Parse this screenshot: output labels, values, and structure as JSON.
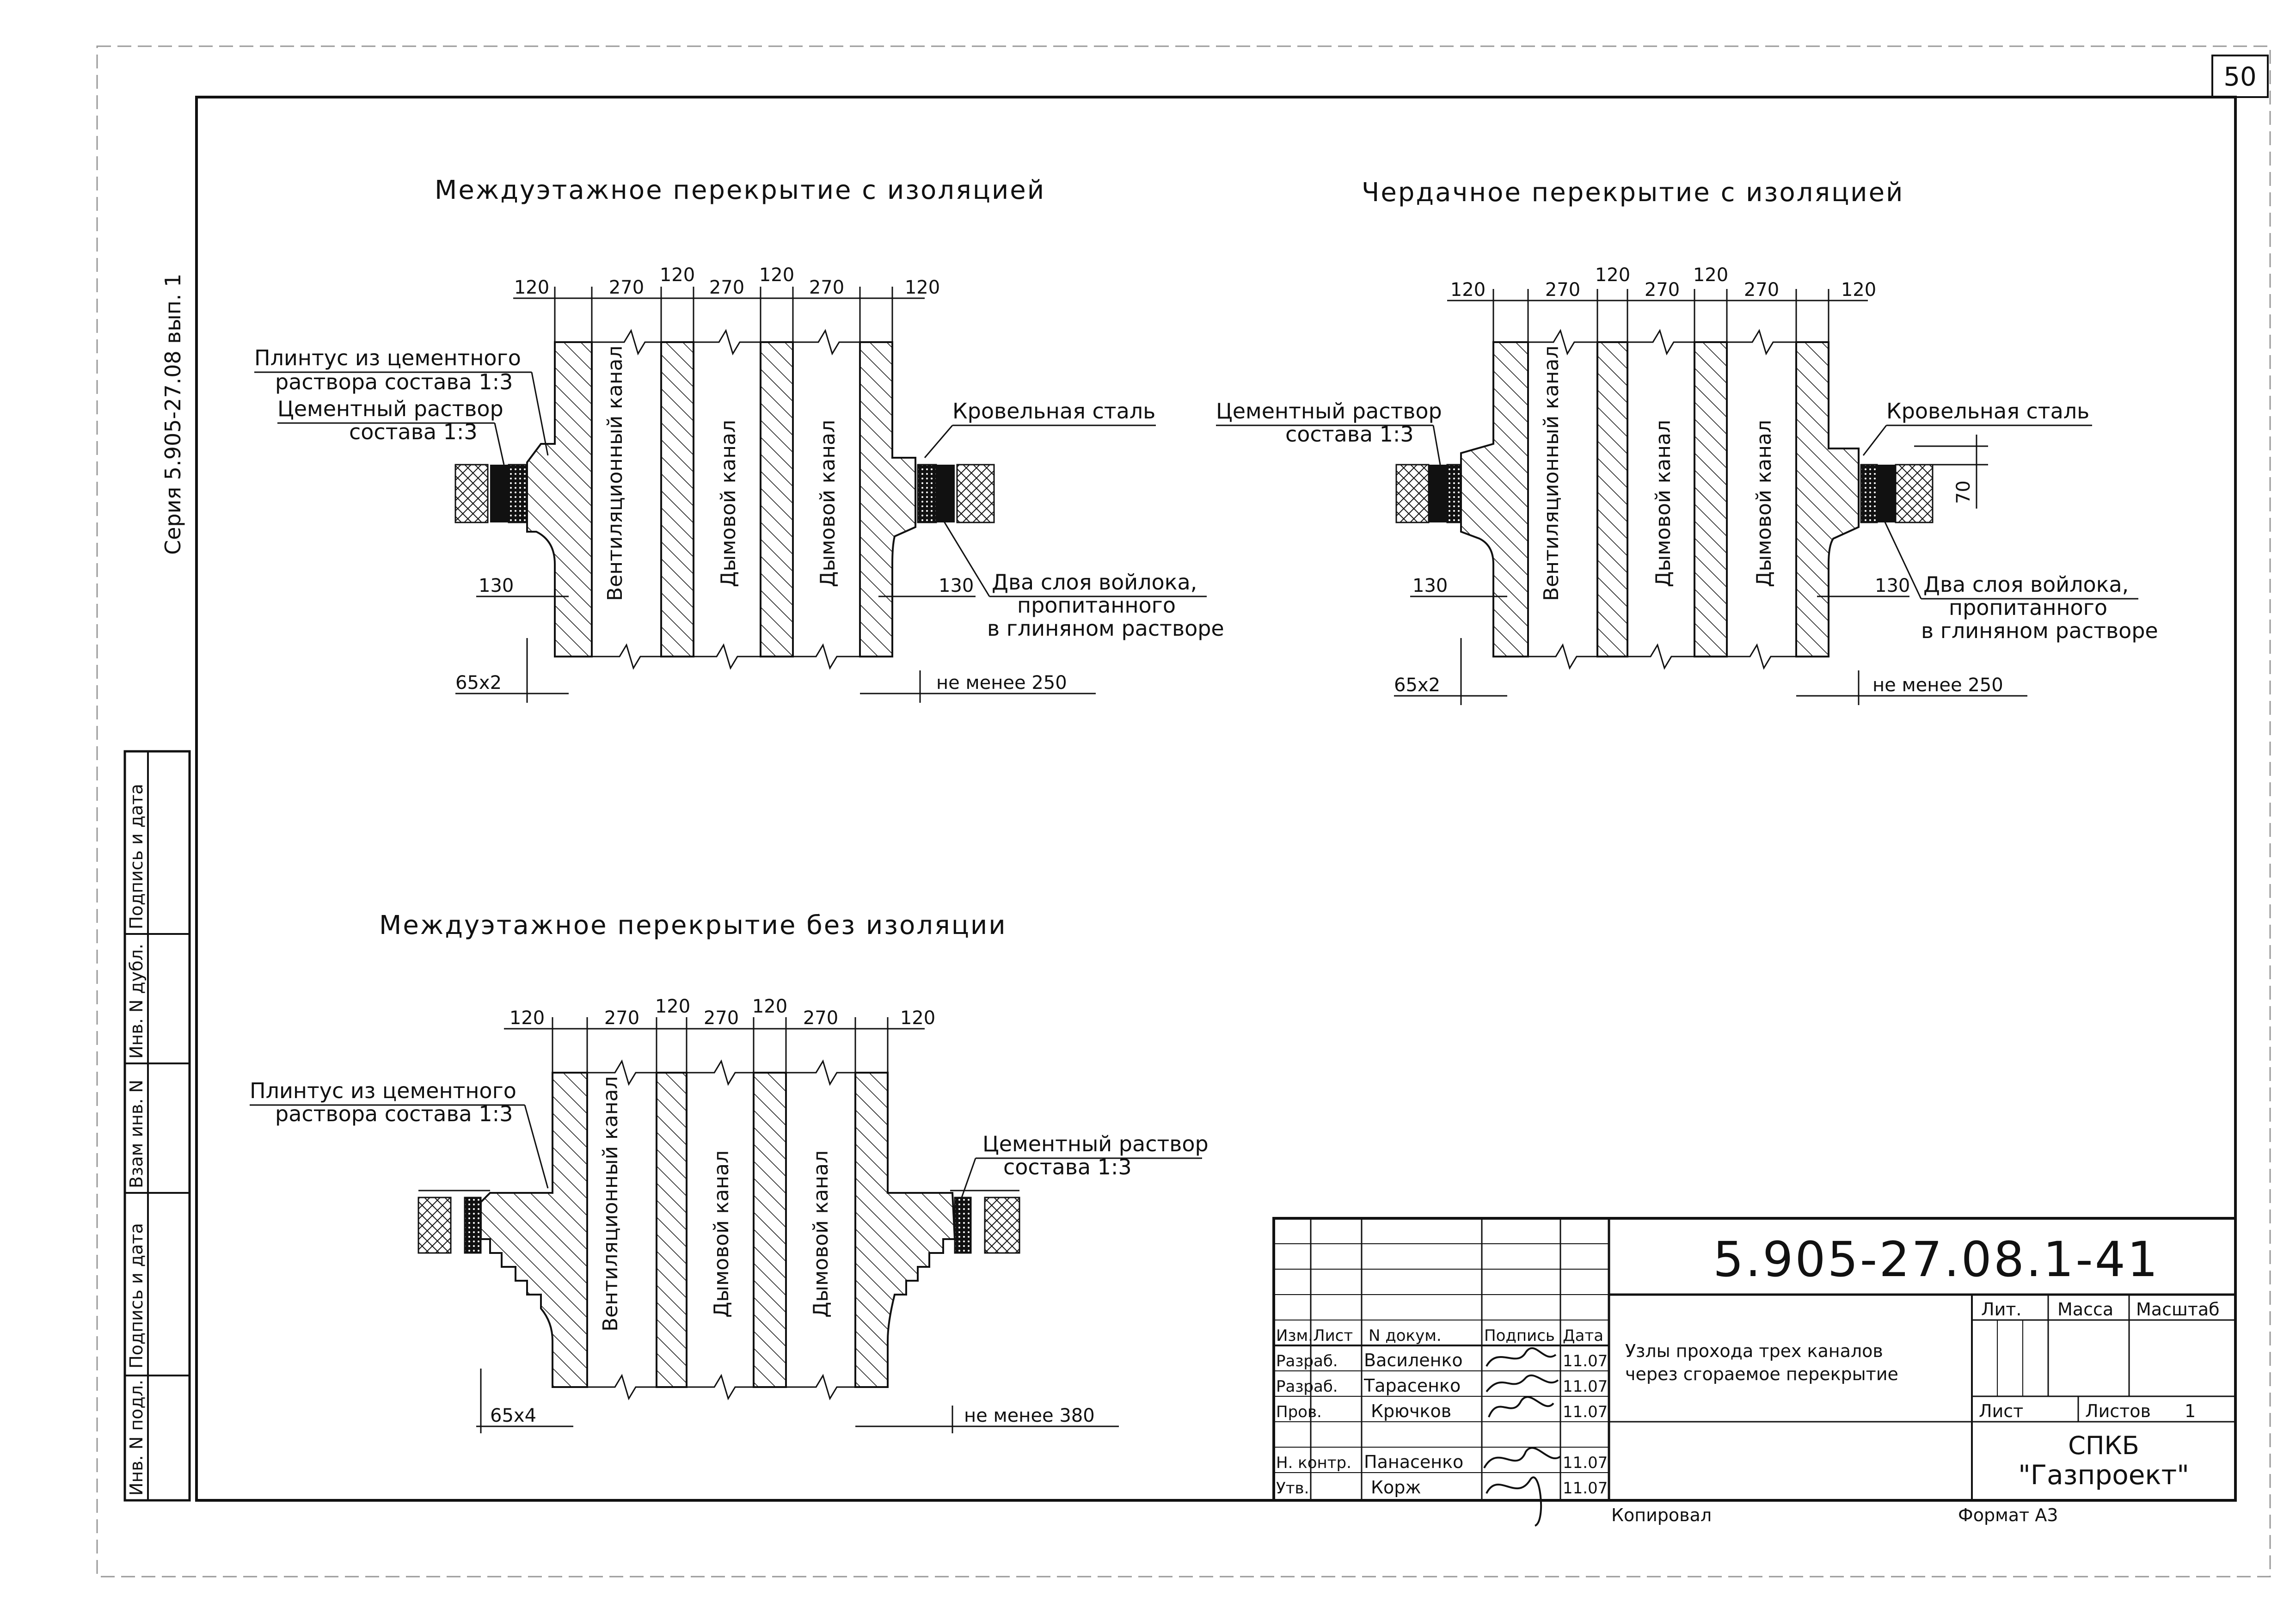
{
  "sheet_number": "50",
  "series_label": "Серия 5.905-27.08 вып. 1",
  "left_stamp": [
    "Инв. N подл.",
    "Подпись и дата",
    "Взам инв. N",
    "Инв. N дубл.",
    "Подпись и дата"
  ],
  "diagrams": [
    {
      "title": "Междуэтажное перекрытие с изоляцией",
      "top_dims": [
        "120",
        "270",
        "120",
        "270",
        "120",
        "270",
        "120"
      ],
      "channels": [
        "Вентиляционный канал",
        "Дымовой канал",
        "Дымовой канал"
      ],
      "labels": {
        "plinth_1": "Плинтус из цементного",
        "plinth_2": "раствора состава 1:3",
        "cement_1": "Цементный раствор",
        "cement_2": "состава 1:3",
        "roof_steel": "Кровельная сталь",
        "felt_1": "Два слоя войлока,",
        "felt_2": "пропитанного",
        "felt_3": "в глиняном растворе"
      },
      "dims": {
        "left_130": "130",
        "right_130": "130",
        "bottom_left": "65х2",
        "bottom_right": "не менее 250"
      }
    },
    {
      "title": "Чердачное перекрытие с изоляцией",
      "top_dims": [
        "120",
        "270",
        "120",
        "270",
        "120",
        "270",
        "120"
      ],
      "channels": [
        "Вентиляционный канал",
        "Дымовой канал",
        "Дымовой канал"
      ],
      "labels": {
        "cement_1": "Цементный раствор",
        "cement_2": "состава 1:3",
        "roof_steel": "Кровельная сталь",
        "felt_1": "Два слоя войлока,",
        "felt_2": "пропитанного",
        "felt_3": "в глиняном растворе"
      },
      "dims": {
        "left_130": "130",
        "right_130": "130",
        "bottom_left": "65х2",
        "bottom_right": "не менее 250",
        "side_70": "70"
      }
    },
    {
      "title": "Междуэтажное перекрытие без изоляции",
      "top_dims": [
        "120",
        "270",
        "120",
        "270",
        "120",
        "270",
        "120"
      ],
      "channels": [
        "Вентиляционный канал",
        "Дымовой канал",
        "Дымовой канал"
      ],
      "labels": {
        "plinth_1": "Плинтус из цементного",
        "plinth_2": "раствора состава 1:3",
        "cement_1": "Цементный раствор",
        "cement_2": "состава 1:3"
      },
      "dims": {
        "bottom_left": "65х4",
        "bottom_right": "не менее 380"
      }
    }
  ],
  "title_block": {
    "doc_code": "5.905-27.08.1-41",
    "headers": [
      "Изм.",
      "Лист",
      "N докум.",
      "Подпись",
      "Дата"
    ],
    "rows": [
      {
        "role": "Разраб.",
        "name": "Василенко",
        "date": "11.07"
      },
      {
        "role": "Разраб.",
        "name": "Тарасенко",
        "date": "11.07"
      },
      {
        "role": "Пров.",
        "name": "Крючков",
        "date": "11.07"
      },
      {
        "role": "Н. контр.",
        "name": "Панасенко",
        "date": "11.07"
      },
      {
        "role": "Утв.",
        "name": "Корж",
        "date": "11.07"
      }
    ],
    "description_1": "Узлы прохода трех каналов",
    "description_2": "через сгораемое перекрытие",
    "lit": "Лит.",
    "mass": "Масса",
    "scale": "Масштаб",
    "sheet": "Лист",
    "sheets": "Листов",
    "sheets_count": "1",
    "org_1": "СПКБ",
    "org_2": "\"Газпроект\""
  },
  "footer": {
    "copied": "Копировал",
    "format": "Формат А3"
  }
}
